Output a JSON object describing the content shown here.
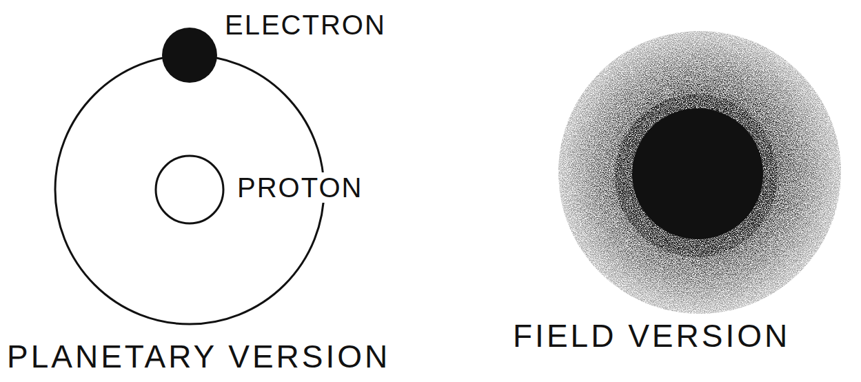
{
  "diagram": {
    "labels": [
      "ELECTRON",
      "PROTON",
      "PLANETARY VERSION",
      "FIELD VERSION"
    ]
  }
}
